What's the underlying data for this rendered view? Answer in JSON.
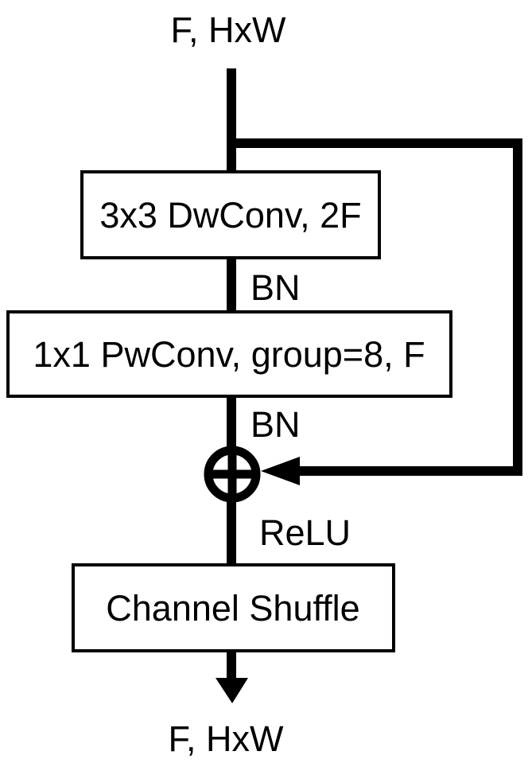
{
  "diagram": {
    "title": "shuffle-block-diagram",
    "colors": {
      "background": "#ffffff",
      "stroke": "#000000",
      "text": "#000000"
    },
    "input_label": "F, HxW",
    "output_label": "F, HxW",
    "nodes": [
      {
        "id": "dwconv",
        "label": "3x3 DwConv, 2F"
      },
      {
        "id": "pwconv",
        "label": "1x1 PwConv, group=8, F"
      },
      {
        "id": "channel-shuffle",
        "label": "Channel Shuffle"
      }
    ],
    "edge_labels": [
      {
        "id": "bn-after-dwconv",
        "label": "BN"
      },
      {
        "id": "bn-after-pwconv",
        "label": "BN"
      },
      {
        "id": "relu-after-add",
        "label": "ReLU"
      }
    ],
    "merge_node": {
      "icon": "circled-plus-icon",
      "operation": "add"
    }
  }
}
